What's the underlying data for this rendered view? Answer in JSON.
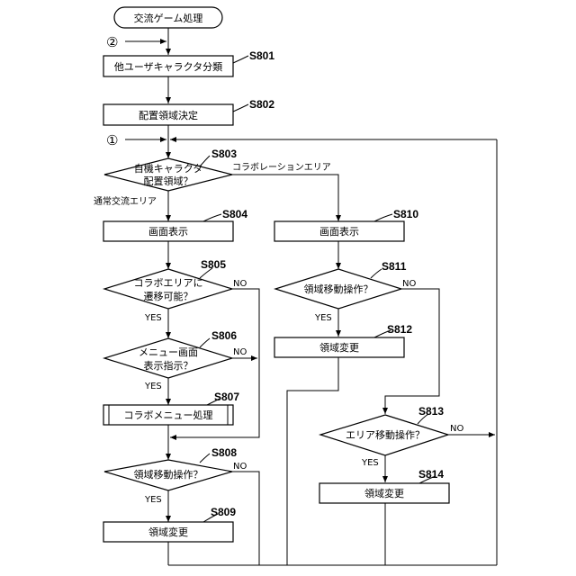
{
  "nodes": {
    "start": "交流ゲーム処理",
    "s801": "他ユーザキャラクタ分類",
    "s802": "配置領域決定",
    "s803_line1": "自機キャラクタ",
    "s803_line2": "配置領域？",
    "s804": "画面表示",
    "s805_line1": "コラボエリアに",
    "s805_line2": "遷移可能？",
    "s806_line1": "メニュー画面",
    "s806_line2": "表示指示？",
    "s807": "コラボメニュー処理",
    "s808": "領域移動操作？",
    "s809": "領域変更",
    "s810": "画面表示",
    "s811": "領域移動操作？",
    "s812": "領域変更",
    "s813": "エリア移動操作？",
    "s814": "領域変更"
  },
  "steps": {
    "s801": "S801",
    "s802": "S802",
    "s803": "S803",
    "s804": "S804",
    "s805": "S805",
    "s806": "S806",
    "s807": "S807",
    "s808": "S808",
    "s809": "S809",
    "s810": "S810",
    "s811": "S811",
    "s812": "S812",
    "s813": "S813",
    "s814": "S814"
  },
  "connectors": {
    "c1": "①",
    "c2": "②"
  },
  "branch_labels": {
    "normal_area": "通常交流エリア",
    "collab_area": "コラボレーションエリア",
    "yes": "YES",
    "no": "NO"
  }
}
